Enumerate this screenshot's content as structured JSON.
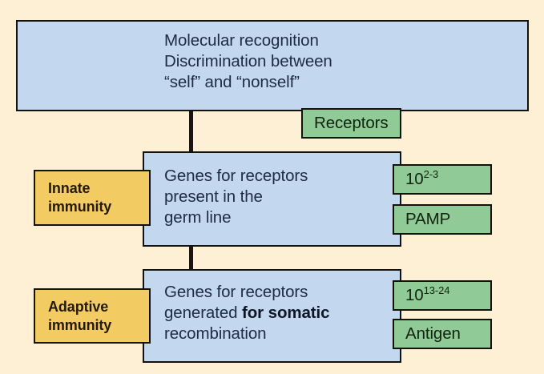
{
  "diagram": {
    "title_box": {
      "line1": "Molecular recognition",
      "line2": "Discrimination between",
      "line3": "“self” and “nonself”",
      "text": "Molecular recognition\nDiscrimination between\n“self” and “nonself”"
    },
    "receptors_tag": "Receptors",
    "rows": [
      {
        "category_label": "Innate\nimmunity",
        "category_line1": "Innate",
        "category_line2": "immunity",
        "description": "Genes for receptors\npresent in the\ngerm line",
        "description_line1": "Genes for receptors",
        "description_line2": "present in the",
        "description_line3": "germ line",
        "count_base": "10",
        "count_exponent": "2-3",
        "count_full": "10 2-3",
        "ligand_tag": "PAMP"
      },
      {
        "category_label": "Adaptive\nimmunity",
        "category_line1": "Adaptive",
        "category_line2": "immunity",
        "description": "Genes for receptors generated for somatic recombination",
        "description_line1": "Genes for receptors",
        "description_line2_plain": "generated ",
        "description_line2_emph": "for somatic",
        "description_line3": "recombination",
        "count_base": "10",
        "count_exponent": "13-24",
        "count_full": "10 13-24",
        "ligand_tag": "Antigen"
      }
    ],
    "colors": {
      "background": "#fdf0d5",
      "blue_box": "#c3d7ef",
      "yellow_box": "#f2cb62",
      "green_box": "#90ca96",
      "border": "#15120e",
      "blue_text": "#1d2b44",
      "green_text": "#10240f",
      "yellow_text": "#241a07"
    }
  }
}
